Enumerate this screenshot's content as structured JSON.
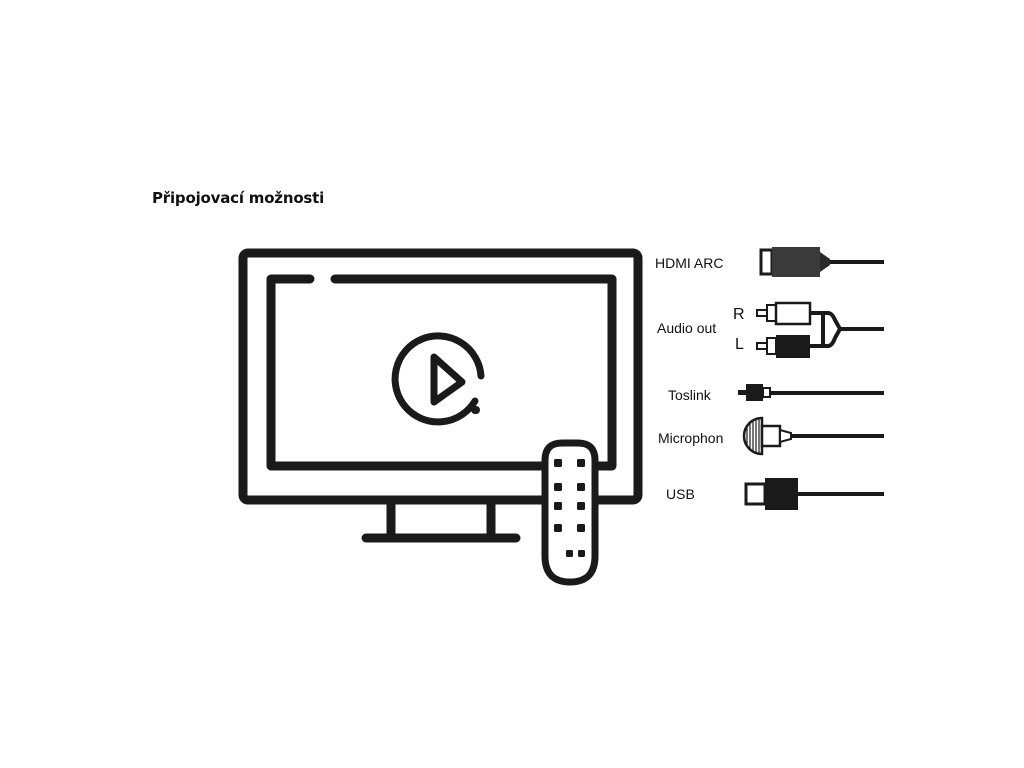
{
  "title": "Připojovací možnosti",
  "ports": {
    "hdmi": "HDMI ARC",
    "audio": "Audio out",
    "audio_r": "R",
    "audio_l": "L",
    "toslink": "Toslink",
    "microphone": "Microphon",
    "usb": "USB"
  },
  "colors": {
    "line": "#1a1a1a",
    "background": "#ffffff"
  }
}
